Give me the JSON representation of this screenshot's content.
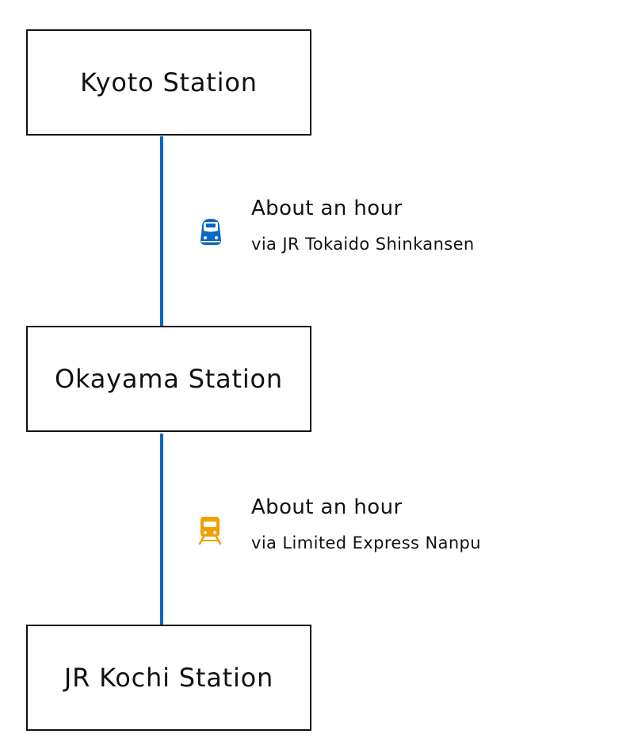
{
  "colors": {
    "line": "#0a67c2",
    "shinkansen": "#0a67c2",
    "limited_express": "#f0a000",
    "border": "#111111"
  },
  "stations": [
    {
      "name": "Kyoto Station"
    },
    {
      "name": "Okayama Station"
    },
    {
      "name": "JR Kochi Station"
    }
  ],
  "segments": [
    {
      "icon": "shinkansen-icon",
      "duration": "About an hour",
      "route": "via JR Tokaido Shinkansen"
    },
    {
      "icon": "train-icon",
      "duration": "About an hour",
      "route": "via Limited Express Nanpu"
    }
  ]
}
